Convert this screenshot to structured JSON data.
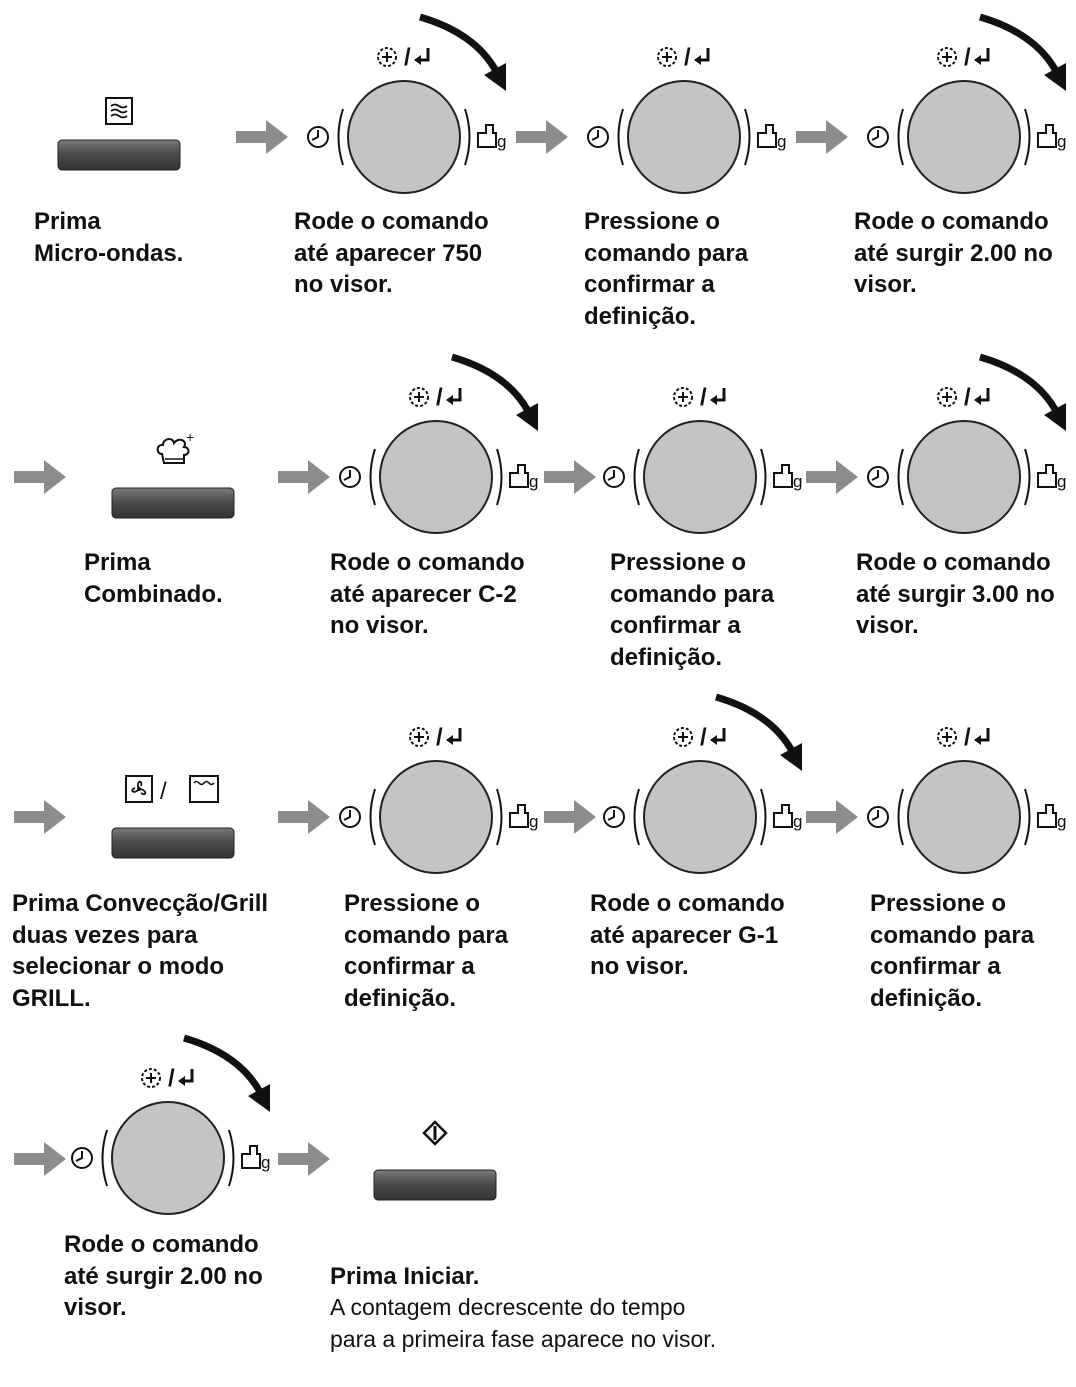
{
  "steps": {
    "r1_s1": "Prima\nMicro-ondas.",
    "r1_s2": "Rode o comando\naté aparecer 750\nno visor.",
    "r1_s3": "Pressione o\ncomando para\nconfirmar a\ndefinição.",
    "r1_s4": "Rode o comando\naté surgir 2.00 no\nvisor.",
    "r2_s1": "Prima\nCombinado.",
    "r2_s2": "Rode o comando\naté aparecer C-2\nno visor.",
    "r2_s3": "Pressione o\ncomando para\nconfirmar a\ndefinição.",
    "r2_s4": "Rode o comando\naté surgir 3.00 no\nvisor.",
    "r3_s1": "Prima Convecção/Grill\nduas vezes para\nselecionar o modo\nGRILL.",
    "r3_s2": "Pressione o\ncomando para\nconfirmar a\ndefinição.",
    "r3_s3": "Rode o comando\naté aparecer G-1\nno visor.",
    "r3_s4": "Pressione o\ncomando para\nconfirmar a\ndefinição.",
    "r4_s1": "Rode o comando\naté surgir 2.00 no\nvisor.",
    "r4_s2_title": "Prima Iniciar.",
    "r4_s2_text": "A contagem decrescente do tempo\npara a primeira fase aparece no visor."
  },
  "icons": {
    "knob_top": "timer-plus-icon / enter-icon",
    "knob_left": "clock-icon",
    "knob_right": "weight-icon",
    "weight_unit": "g",
    "slash": "/"
  },
  "colors": {
    "arrow": "#8c8c8c",
    "knob_fill": "#c4c4c4",
    "button_fill": "#555555",
    "turn_arrow": "#111111"
  }
}
